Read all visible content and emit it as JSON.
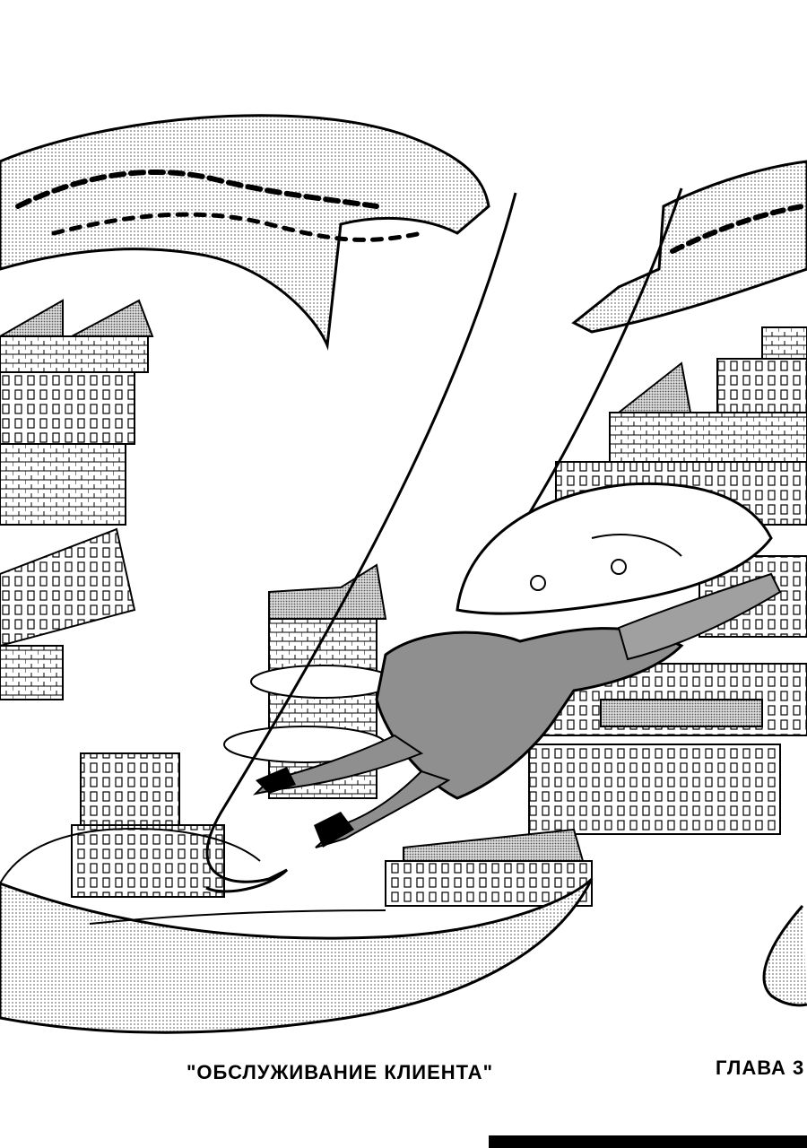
{
  "page": {
    "caption_left": "\"ОБСЛУЖИВАНИЕ КЛИЕНТА\"",
    "caption_right": "ГЛАВА 3"
  },
  "colors": {
    "ink": "#000000",
    "paper": "#ffffff",
    "screentone": "#b8b8b8",
    "figure_tone": "#8f8f8f"
  },
  "icons": {
    "title_banner": "ribbon-scroll",
    "city": "castle-town-illustration",
    "character": "flying-girl-illustration"
  }
}
